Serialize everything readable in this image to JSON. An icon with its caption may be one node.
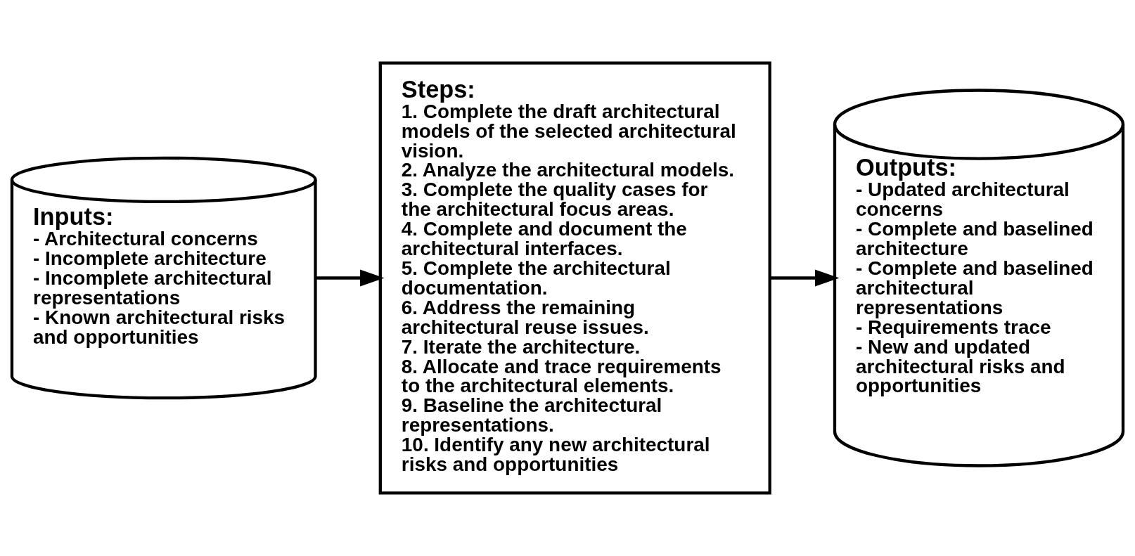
{
  "diagram": {
    "nodes": [
      {
        "text": [
          "Inputs:",
          "- Architectural concerns",
          "- Incomplete architecture",
          "- Incomplete architectural representations",
          "- Known architectural risks and opportunities"
        ]
      },
      {
        "text": [
          "Steps:",
          "1. Complete the draft architectural models of the selected architectural vision.",
          "2. Analyze the architectural models.",
          "3. Complete the quality cases for the architectural focus areas.",
          "4. Complete and document the architectural interfaces.",
          "5. Complete the architectural documentation.",
          "6. Address the remaining architectural reuse issues.",
          "7. Iterate the architecture.",
          "8. Allocate and trace requirements to the architectural elements.",
          "9. Baseline the architectural representations.",
          "10. Identify any new architectural risks and opportunities"
        ]
      },
      {
        "text": [
          "Outputs:",
          "- Updated architectural concerns",
          "- Complete and baselined architecture",
          "- Complete and baselined architectural representations",
          "- Requirements trace",
          "- New and updated architectural risks and opportunities"
        ]
      }
    ],
    "edges": [
      {
        "from": 0,
        "to": 1,
        "arrow": "to"
      },
      {
        "from": 1,
        "to": 2,
        "arrow": "to"
      }
    ]
  }
}
